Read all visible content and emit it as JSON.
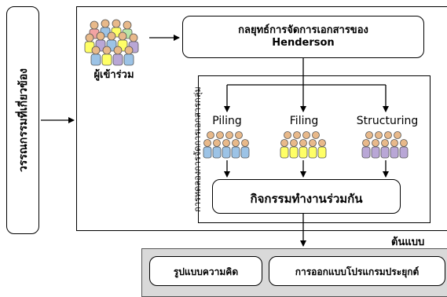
{
  "related_literature_label": "วรรณกรรมที่เกี่ยวข้อง",
  "participants_label": "ผู้เข้าร่วม",
  "strategy_title_line1": "กลยุทธ์การจัดการเอกสารของ",
  "strategy_title_line2": "Henderson",
  "experiment_label": "การทดลองการจัดการเอกสารกลุ่ม",
  "groups": [
    {
      "label": "Piling",
      "color": "#9cc3e6"
    },
    {
      "label": "Filing",
      "color": "#ffff66"
    },
    {
      "label": "Structuring",
      "color": "#b9a7d6"
    }
  ],
  "collab_activity_label": "กิจกรรมทำงานร่วมกัน",
  "prototype_label": "ต้นแบบ",
  "prototype_items": [
    "รูปแบบความคิด",
    "การออกแบบโปรแกรมประยุกต์"
  ]
}
